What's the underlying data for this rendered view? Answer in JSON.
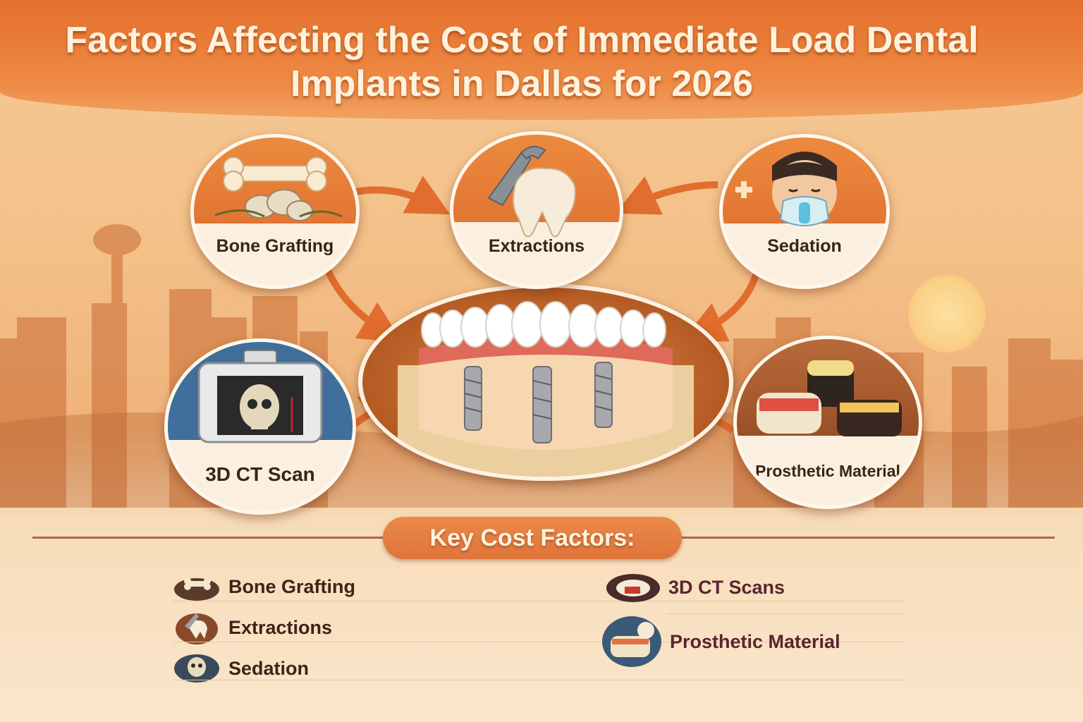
{
  "header": {
    "title_line1": "Factors Affecting the Cost of Immediate Load Dental",
    "title_line2": "Implants in Dallas for 2026"
  },
  "diagram": {
    "center": {
      "icon": "implant-bridge-icon"
    },
    "factors": [
      {
        "label": "Bone Grafting",
        "icon": "bone-icon"
      },
      {
        "label": "Extractions",
        "icon": "tooth-forceps-icon"
      },
      {
        "label": "Sedation",
        "icon": "sedation-mask-icon"
      },
      {
        "label": "3D CT Scan",
        "icon": "ct-scanner-icon"
      },
      {
        "label": "Prosthetic Material",
        "icon": "dentures-icon"
      }
    ]
  },
  "key": {
    "heading": "Key Cost Factors:",
    "left_items": [
      {
        "label": "Bone Grafting",
        "icon": "bone-icon"
      },
      {
        "label": "Extractions",
        "icon": "tooth-forceps-icon"
      },
      {
        "label": "Sedation",
        "icon": "skull-icon"
      }
    ],
    "right_items": [
      {
        "label": "3D CT Scans",
        "icon": "mouth-icon"
      },
      {
        "label": "Prosthetic Material",
        "icon": "dentures-icon"
      }
    ]
  },
  "colors": {
    "header": "#e46f2c",
    "accent": "#ec8a3e",
    "text_dark": "#3a2418",
    "background": "#f6c995"
  }
}
